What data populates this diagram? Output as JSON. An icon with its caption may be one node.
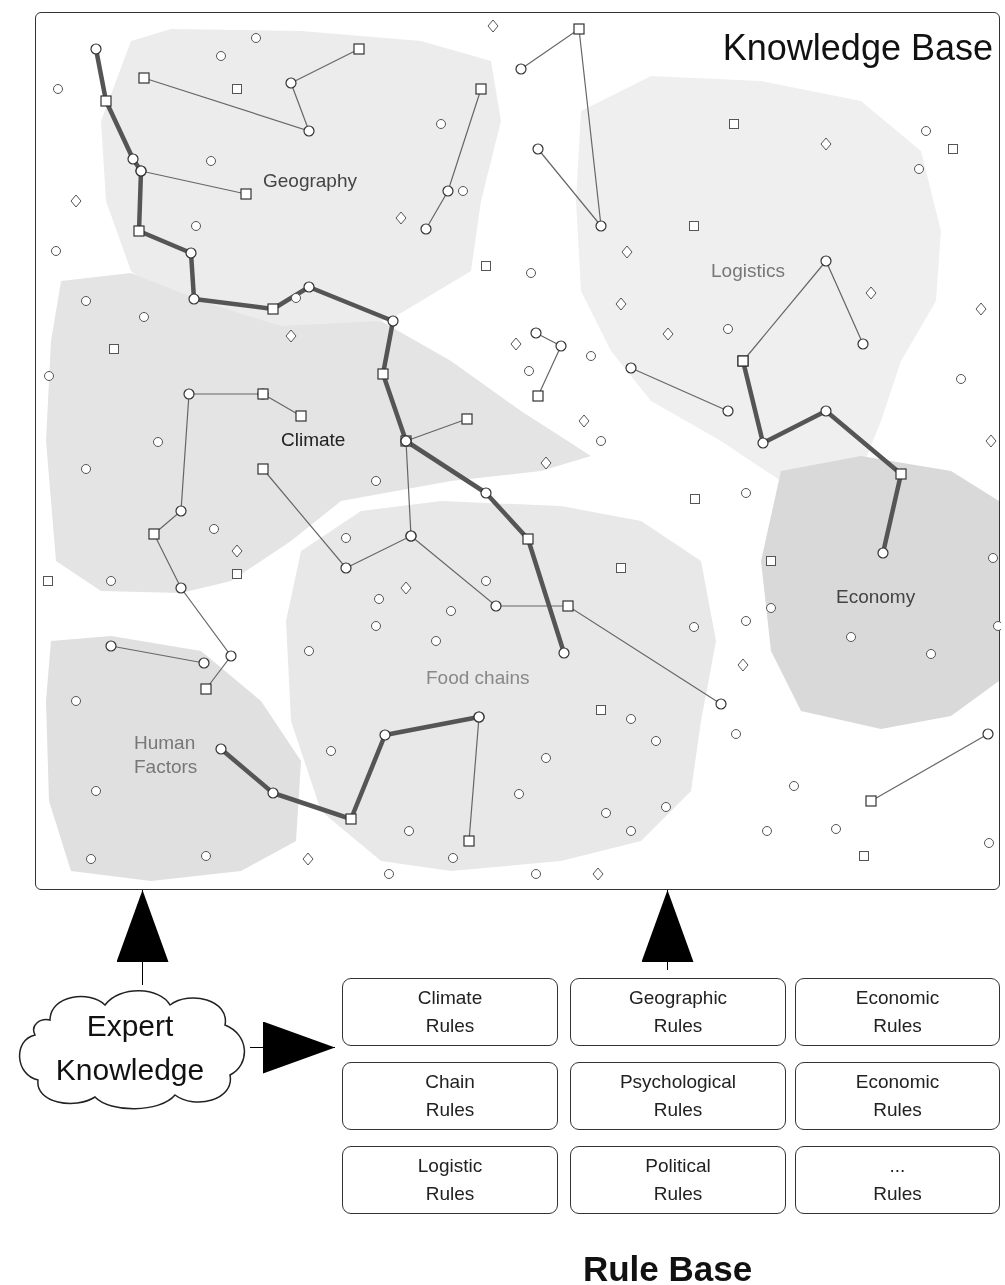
{
  "diagram": {
    "nodes": [
      {
        "text": [
          "Knowledge Base"
        ]
      },
      {
        "text": [
          "Geography"
        ],
        "in": 0
      },
      {
        "text": [
          "Logistics"
        ],
        "in": 0
      },
      {
        "text": [
          "Climate"
        ],
        "in": 0
      },
      {
        "text": [
          "Economy"
        ],
        "in": 0
      },
      {
        "text": [
          "Food chains"
        ],
        "in": 0
      },
      {
        "text": [
          "Human Factors"
        ],
        "in": 0
      },
      {
        "text": [
          "Expert Knowledge"
        ]
      },
      {
        "text": [
          "Rule Base"
        ]
      },
      {
        "text": [
          "Climate Rules"
        ],
        "in": 8
      },
      {
        "text": [
          "Geographic Rules"
        ],
        "in": 8
      },
      {
        "text": [
          "Economic Rules"
        ],
        "in": 8
      },
      {
        "text": [
          "Chain Rules"
        ],
        "in": 8
      },
      {
        "text": [
          "Psychological Rules"
        ],
        "in": 8
      },
      {
        "text": [
          "Economic Rules"
        ],
        "in": 8
      },
      {
        "text": [
          "Logistic Rules"
        ],
        "in": 8
      },
      {
        "text": [
          "Political Rules"
        ],
        "in": 8
      },
      {
        "text": [
          "... Rules"
        ],
        "in": 8
      }
    ],
    "edges": [
      {
        "from": 7,
        "to": 0,
        "arrow": "to"
      },
      {
        "from": 8,
        "to": 0,
        "arrow": "to"
      },
      {
        "from": 7,
        "to": 8,
        "arrow": "to"
      }
    ]
  }
}
